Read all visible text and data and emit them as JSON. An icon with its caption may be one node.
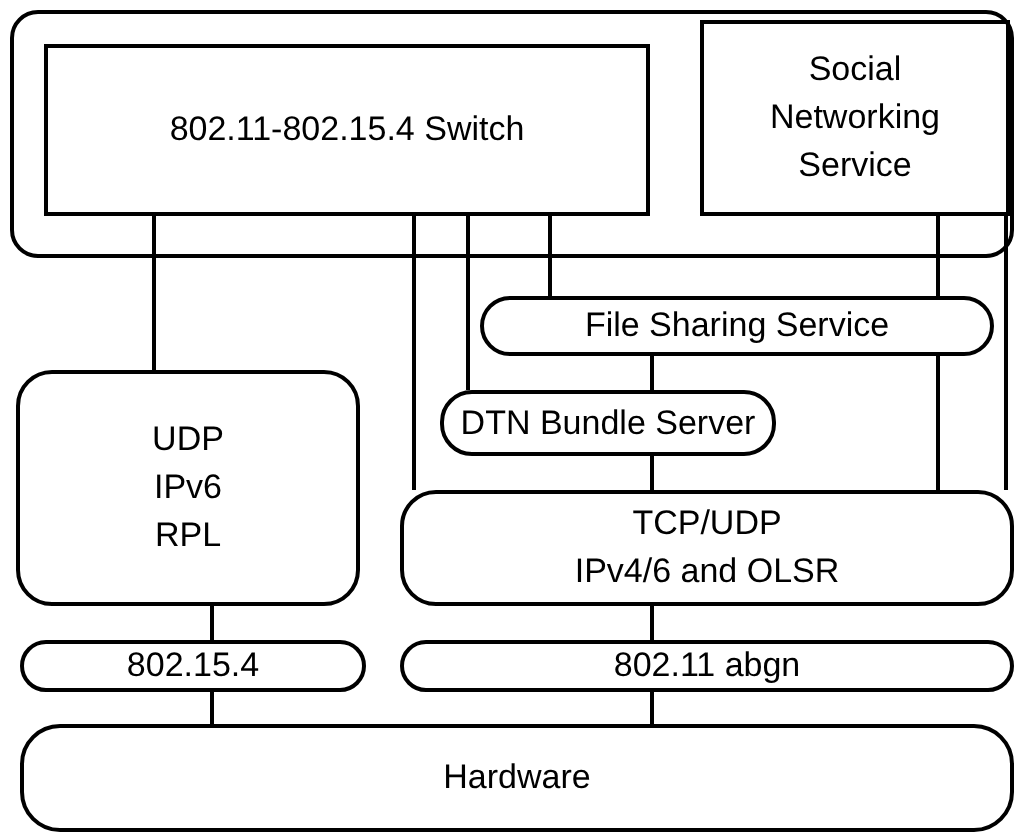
{
  "diagram": {
    "nodes": [
      {
        "text": [],
        "shape": "box"
      },
      {
        "text": [
          "802.11-802.15.4 Switch"
        ],
        "in": 0
      },
      {
        "text": [
          "Social Networking Service"
        ],
        "in": 0
      },
      {
        "text": [
          "File Sharing Service"
        ]
      },
      {
        "text": [
          "DTN Bundle Server"
        ]
      },
      {
        "text": [
          "TCP/UDP",
          "IPv4/6 and OLSR"
        ]
      },
      {
        "text": [
          "UDP",
          "IPv6",
          "RPL"
        ]
      },
      {
        "text": [
          "802.15.4"
        ]
      },
      {
        "text": [
          "802.11 abgn"
        ]
      },
      {
        "text": [
          "Hardware"
        ]
      }
    ],
    "edges": [
      {
        "from": 1,
        "to": 6,
        "arrow": "none"
      },
      {
        "from": 1,
        "to": 5,
        "arrow": "none"
      },
      {
        "from": 1,
        "to": 4,
        "arrow": "none"
      },
      {
        "from": 1,
        "to": 3,
        "arrow": "none"
      },
      {
        "from": 2,
        "to": 3,
        "arrow": "none"
      },
      {
        "from": 3,
        "to": 5,
        "arrow": "none"
      },
      {
        "from": 2,
        "to": 5,
        "arrow": "none"
      },
      {
        "from": 3,
        "to": 4,
        "arrow": "none"
      },
      {
        "from": 4,
        "to": 5,
        "arrow": "none"
      },
      {
        "from": 6,
        "to": 7,
        "arrow": "none"
      },
      {
        "from": 5,
        "to": 8,
        "arrow": "none"
      },
      {
        "from": 7,
        "to": 9,
        "arrow": "none"
      },
      {
        "from": 8,
        "to": 9,
        "arrow": "none"
      }
    ]
  }
}
